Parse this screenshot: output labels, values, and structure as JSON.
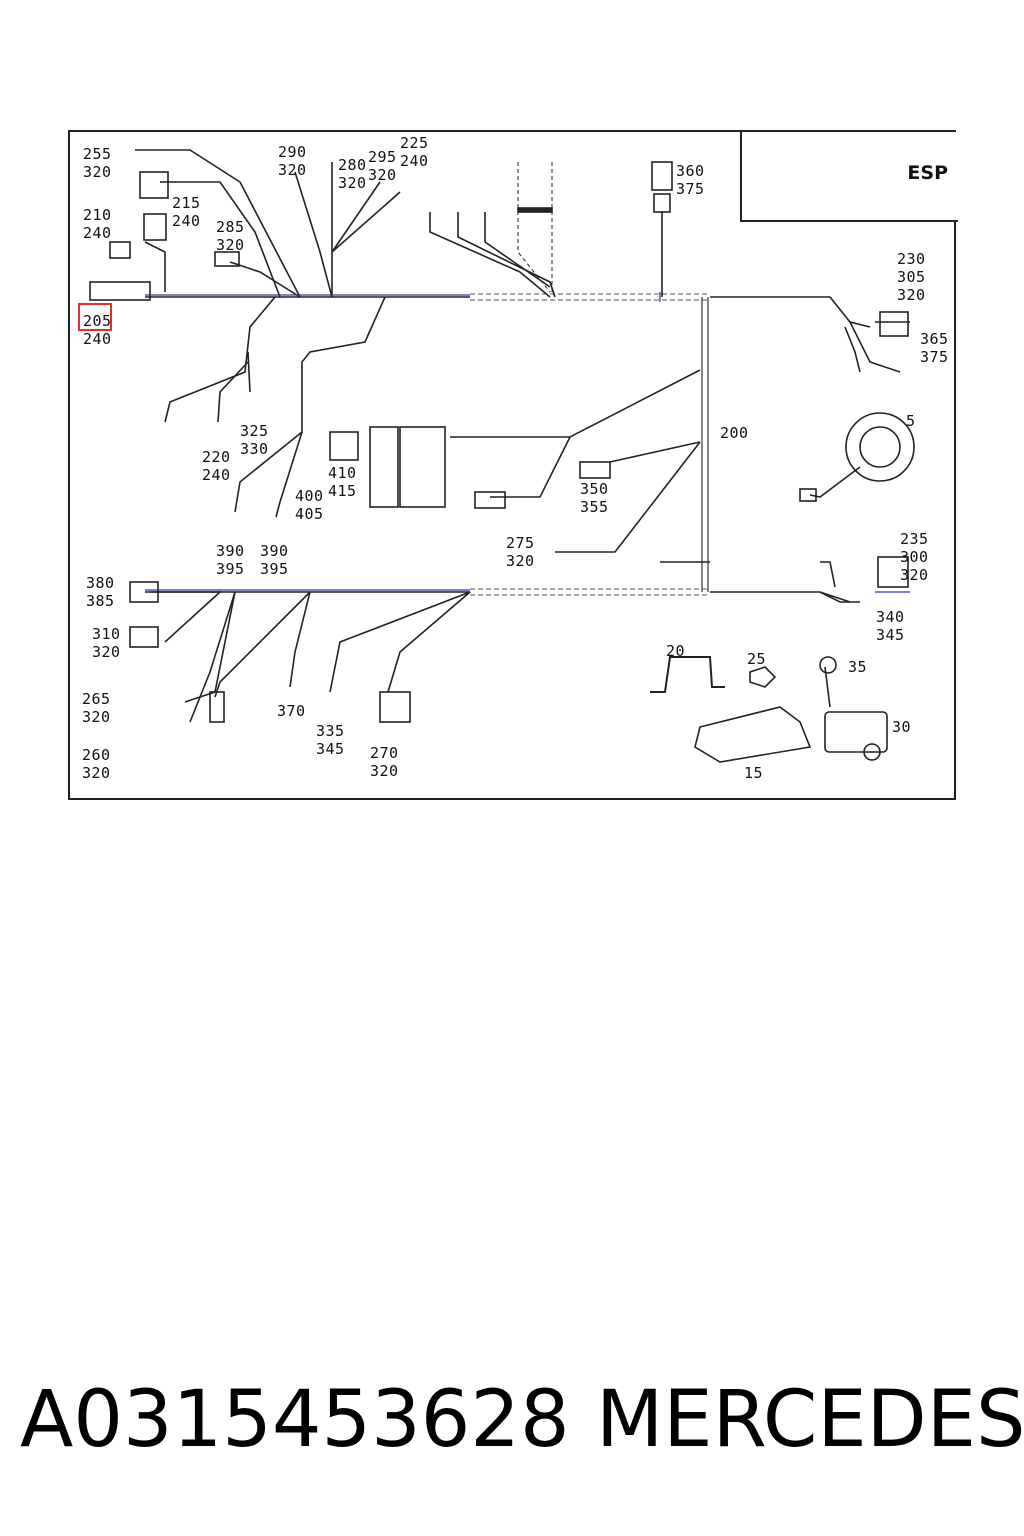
{
  "esp_box": {
    "label": "ESP"
  },
  "callouts": [
    {
      "id": "c-255",
      "lines": [
        "255",
        "320"
      ]
    },
    {
      "id": "c-215",
      "lines": [
        "215",
        "240"
      ]
    },
    {
      "id": "c-210",
      "lines": [
        "210",
        "240"
      ]
    },
    {
      "id": "c-205",
      "lines": [
        "205",
        "240"
      ]
    },
    {
      "id": "c-290",
      "lines": [
        "290",
        "320"
      ]
    },
    {
      "id": "c-280",
      "lines": [
        "280",
        "320"
      ]
    },
    {
      "id": "c-295",
      "lines": [
        "295",
        "320"
      ]
    },
    {
      "id": "c-225",
      "lines": [
        "225",
        "240"
      ]
    },
    {
      "id": "c-285",
      "lines": [
        "285",
        "320"
      ]
    },
    {
      "id": "c-360",
      "lines": [
        "360",
        "375"
      ]
    },
    {
      "id": "c-230",
      "lines": [
        "230",
        "305",
        "320"
      ]
    },
    {
      "id": "c-365",
      "lines": [
        "365",
        "375"
      ]
    },
    {
      "id": "c-5",
      "lines": [
        "5"
      ]
    },
    {
      "id": "c-200",
      "lines": [
        "200"
      ]
    },
    {
      "id": "c-325",
      "lines": [
        "325",
        "330"
      ]
    },
    {
      "id": "c-220",
      "lines": [
        "220",
        "240"
      ]
    },
    {
      "id": "c-410",
      "lines": [
        "410",
        "415"
      ]
    },
    {
      "id": "c-400",
      "lines": [
        "400",
        "405"
      ]
    },
    {
      "id": "c-390a",
      "lines": [
        "390",
        "395"
      ]
    },
    {
      "id": "c-390b",
      "lines": [
        "390",
        "395"
      ]
    },
    {
      "id": "c-350",
      "lines": [
        "350",
        "355"
      ]
    },
    {
      "id": "c-275",
      "lines": [
        "275",
        "320"
      ]
    },
    {
      "id": "c-235",
      "lines": [
        "235",
        "300",
        "320"
      ]
    },
    {
      "id": "c-380",
      "lines": [
        "380",
        "385"
      ]
    },
    {
      "id": "c-310",
      "lines": [
        "310",
        "320"
      ]
    },
    {
      "id": "c-340",
      "lines": [
        "340",
        "345"
      ]
    },
    {
      "id": "c-265",
      "lines": [
        "265",
        "320"
      ]
    },
    {
      "id": "c-260",
      "lines": [
        "260",
        "320"
      ]
    },
    {
      "id": "c-370",
      "lines": [
        "370"
      ]
    },
    {
      "id": "c-335",
      "lines": [
        "335",
        "345"
      ]
    },
    {
      "id": "c-270",
      "lines": [
        "270",
        "320"
      ]
    },
    {
      "id": "c-20",
      "lines": [
        "20"
      ]
    },
    {
      "id": "c-25",
      "lines": [
        "25"
      ]
    },
    {
      "id": "c-35",
      "lines": [
        "35"
      ]
    },
    {
      "id": "c-30",
      "lines": [
        "30"
      ]
    },
    {
      "id": "c-15",
      "lines": [
        "15"
      ]
    }
  ],
  "footer": {
    "part_number": "A0315453628",
    "brand": "MERCEDES"
  }
}
